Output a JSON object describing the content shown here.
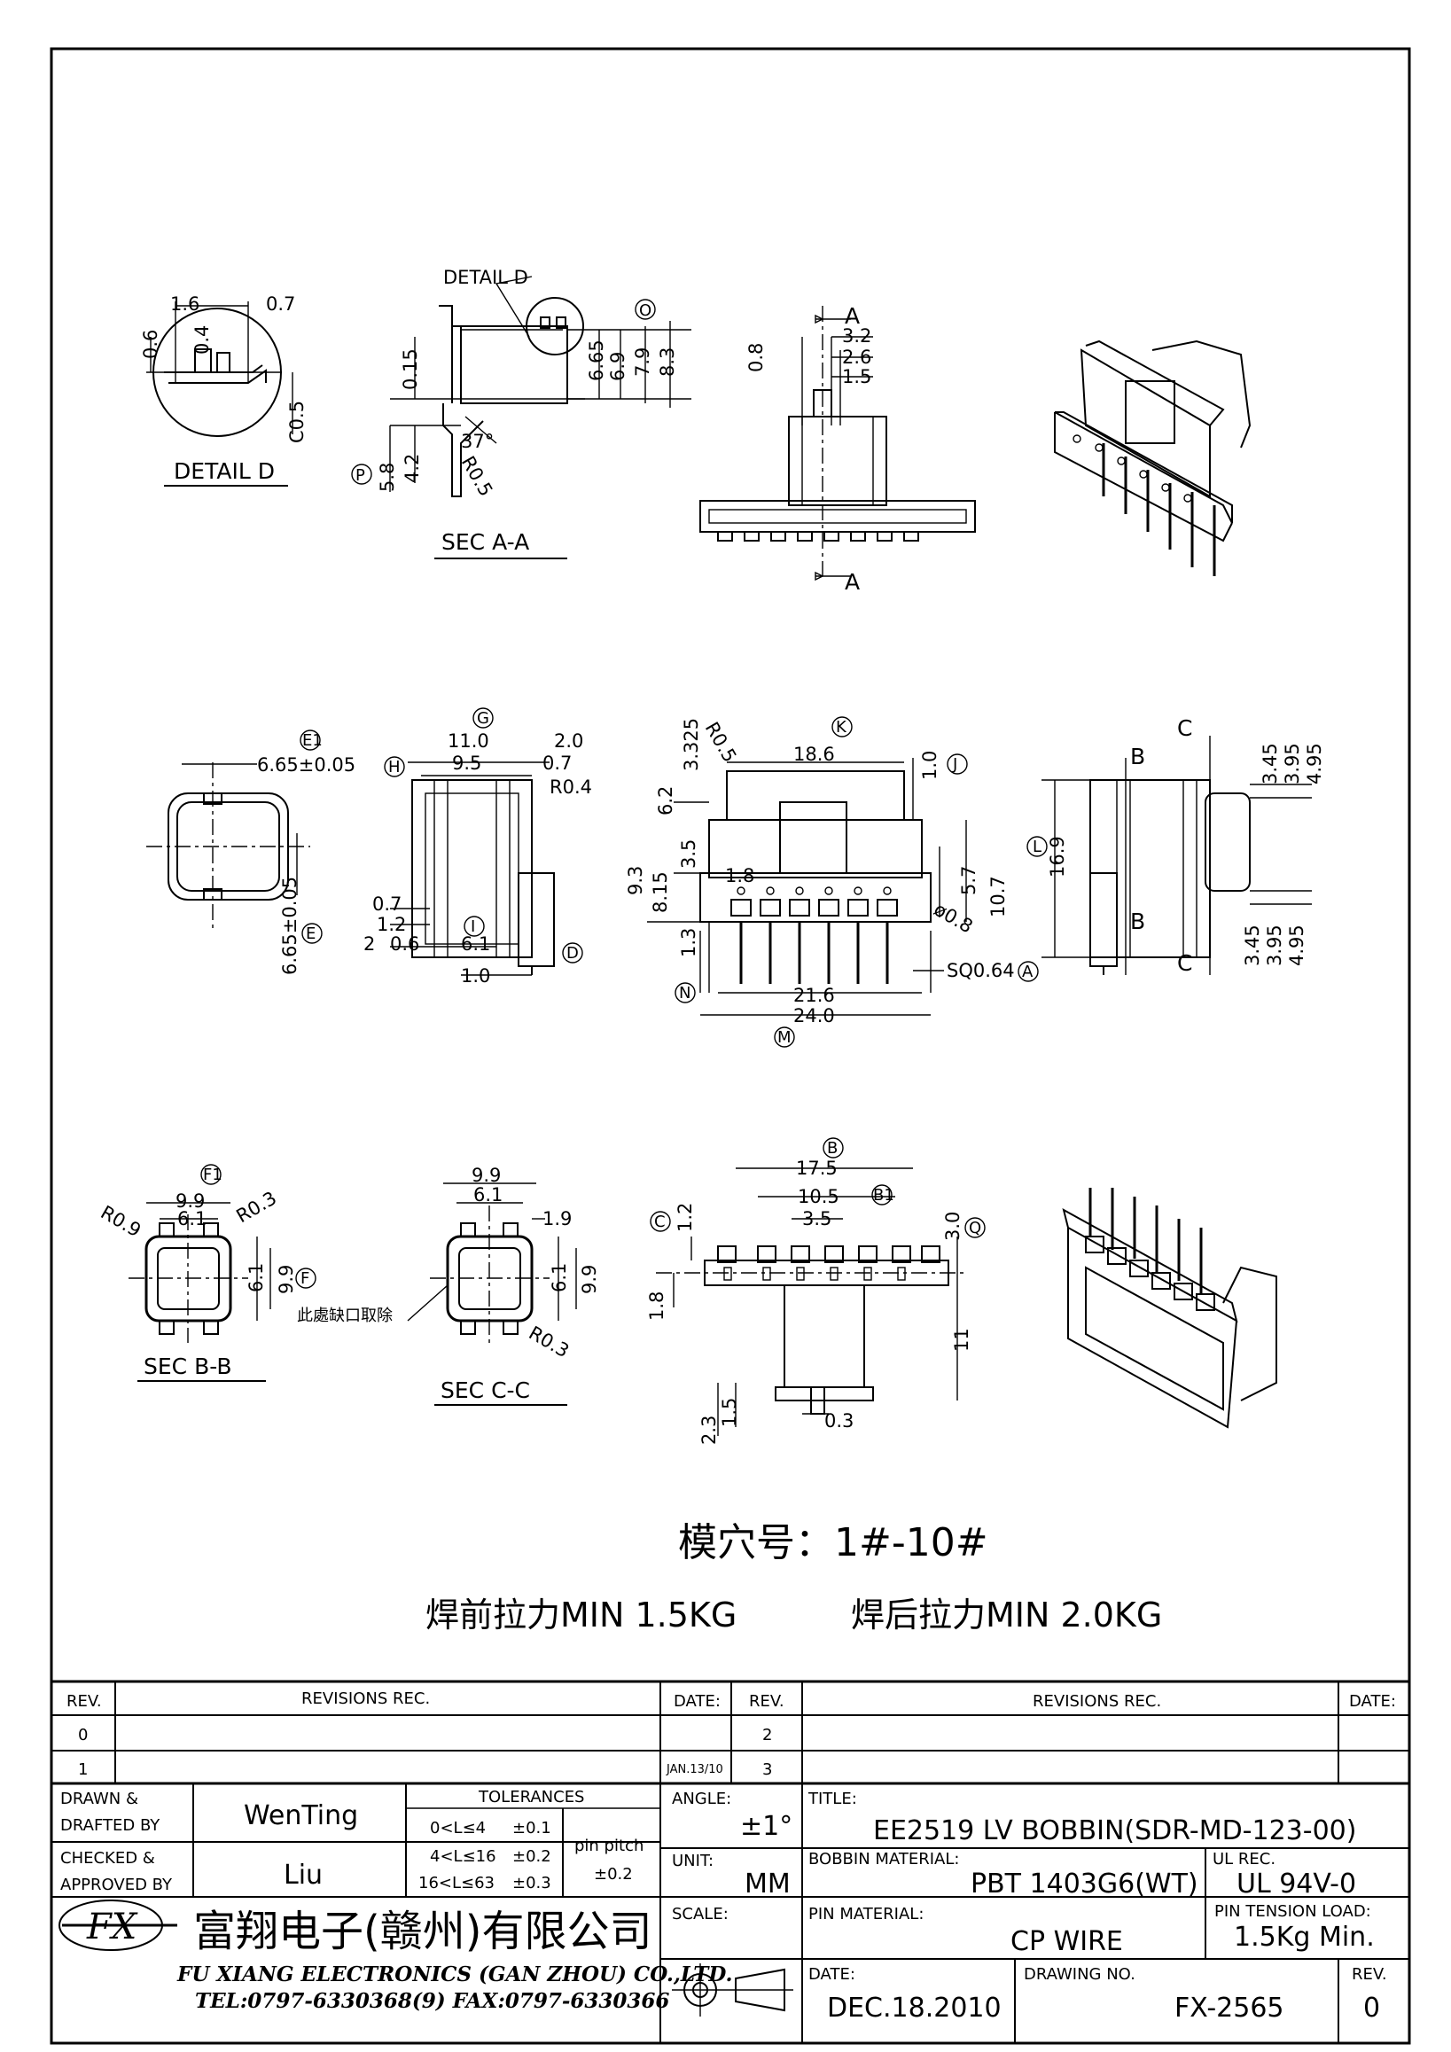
{
  "views": {
    "detail_d": {
      "label": "DETAIL D",
      "dims": [
        "1.6",
        "0.7",
        "0.6",
        "0.4",
        "C0.5"
      ]
    },
    "sec_aa": {
      "label": "SEC A-A",
      "detail_ref": "DETAIL D",
      "dims": [
        "0.15",
        "6.65",
        "6.9",
        "7.9",
        "8.3",
        "5.8",
        "4.2",
        "37°",
        "R0.5"
      ],
      "markers": [
        "O",
        "P"
      ]
    },
    "side_a": {
      "dims": [
        "3.2",
        "2.6",
        "1.5",
        "0.8"
      ],
      "section_marks": [
        "A",
        "A"
      ]
    },
    "top_e": {
      "dims": [
        "6.65±0.05",
        "6.65±0.05"
      ],
      "markers": [
        "E1",
        "E"
      ]
    },
    "front_g": {
      "dims": [
        "11.0",
        "2.0",
        "9.5",
        "0.7",
        "R0.4",
        "0.7",
        "1.2",
        "2",
        "0.6",
        "6.1",
        "1.0"
      ],
      "markers": [
        "G",
        "H",
        "I",
        "D"
      ]
    },
    "main_front": {
      "dims": [
        "3.325",
        "R0.5",
        "18.6",
        "1.0",
        "6.2",
        "3.5",
        "9.3",
        "8.15",
        "1.8",
        "5.7",
        "10.7",
        "ø0.8",
        "1.3",
        "SQ0.64",
        "21.6",
        "24.0"
      ],
      "markers": [
        "K",
        "J",
        "L",
        "N",
        "A",
        "M"
      ]
    },
    "side_c": {
      "dims": [
        "16.9",
        "3.45",
        "3.95",
        "4.95",
        "3.45",
        "3.95",
        "4.95"
      ],
      "section_marks": [
        "C",
        "B",
        "B",
        "C"
      ]
    },
    "sec_bb": {
      "label": "SEC B-B",
      "dims": [
        "9.9",
        "6.1",
        "R0.9",
        "R0.3",
        "6.1",
        "9.9"
      ],
      "markers": [
        "F1",
        "F"
      ]
    },
    "sec_cc": {
      "label": "SEC C-C",
      "dims": [
        "9.9",
        "6.1",
        "1.9",
        "6.1",
        "9.9",
        "R0.3"
      ],
      "note": "此處缺口取除"
    },
    "bottom_b": {
      "dims": [
        "17.5",
        "10.5",
        "3.5",
        "1.2",
        "3.0",
        "1.8",
        "11",
        "2.3",
        "1.5",
        "0.3"
      ],
      "markers": [
        "B",
        "B1",
        "C",
        "Q"
      ]
    }
  },
  "notes": {
    "cavity": "模穴号：1#-10#",
    "pull_before": "焊前拉力MIN 1.5KG",
    "pull_after": "焊后拉力MIN 2.0KG"
  },
  "title_block": {
    "rev_header_left": "REV.",
    "revisions_header_left": "REVISIONS   REC.",
    "date_header_left": "DATE:",
    "rev_header_right": "REV.",
    "revisions_header_right": "REVISIONS   REC.",
    "date_header_right": "DATE:",
    "rev_rows_left": [
      "0",
      "1"
    ],
    "rev_dates_left": [
      "",
      "JAN.13/10"
    ],
    "rev_rows_right": [
      "2",
      "3"
    ],
    "drawn_label": "DRAWN &",
    "drafted_label": "DRAFTED BY",
    "drawn_by": "WenTing",
    "checked_label": "CHECKED &",
    "approved_label": "APPROVED BY",
    "checked_by": "Liu",
    "tolerances_label": "TOLERANCES",
    "tolerance_rows": [
      {
        "range": "0<L≤4",
        "tol": "±0.1"
      },
      {
        "range": "4<L≤16",
        "tol": "±0.2"
      },
      {
        "range": "16<L≤63",
        "tol": "±0.3"
      }
    ],
    "pin_pitch_label": "pin pitch",
    "pin_pitch_tol": "±0.2",
    "angle_label": "ANGLE:",
    "angle": "±1°",
    "unit_label": "UNIT:",
    "unit": "MM",
    "scale_label": "SCALE:",
    "title_label": "TITLE:",
    "title": "EE2519  LV  BOBBIN(SDR-MD-123-00)",
    "bobbin_material_label": "BOBBIN MATERIAL:",
    "bobbin_material": "PBT  1403G6(WT)",
    "ul_label": "UL REC.",
    "ul": "UL  94V-0",
    "pin_material_label": "PIN MATERIAL:",
    "pin_material": "CP  WIRE",
    "pin_tension_label": "PIN TENSION LOAD:",
    "pin_tension": "1.5Kg  Min.",
    "date_label": "DATE:",
    "date": "DEC.18.2010",
    "drawing_no_label": "DRAWING NO.",
    "drawing_no": "FX-2565",
    "rev_label": "REV.",
    "rev": "0",
    "company_cn": "富翔电子(赣州)有限公司",
    "company_en": "FU XIANG ELECTRONICS (GAN ZHOU) CO.,LTD.",
    "contact": "TEL:0797-6330368(9)  FAX:0797-6330366",
    "logo_text": "FX"
  }
}
